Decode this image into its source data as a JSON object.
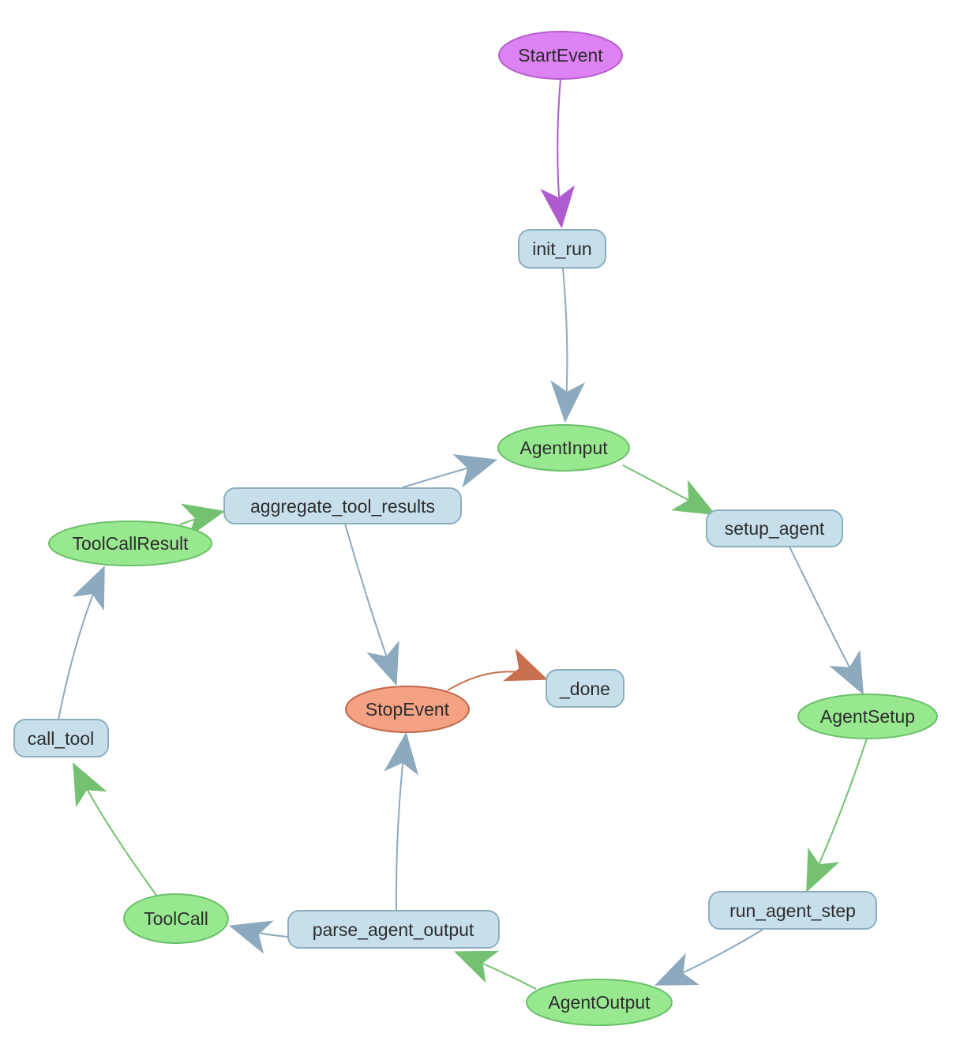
{
  "colors": {
    "bg": "#ffffff",
    "text": "#2d2d2d",
    "start-fill": "#dd82f2",
    "start-border": "#b55fce",
    "start-edge": "#af5bd0",
    "event-fill": "#98e890",
    "event-border": "#6cc06a",
    "event-edge": "#74c172",
    "step-fill": "#c6dfeb",
    "step-border": "#8cafbd",
    "step-edge": "#8ca9be",
    "stop-fill": "#f4a184",
    "stop-border": "#c0694a",
    "stop-edge": "#c96f4e"
  },
  "graph": {
    "type": "workflow-flow-diagram",
    "nodes": [
      {
        "id": "StartEvent",
        "label": "StartEvent",
        "kind": "start-event",
        "shape": "ellipse"
      },
      {
        "id": "init_run",
        "label": "init_run",
        "kind": "step",
        "shape": "rounded-rect"
      },
      {
        "id": "AgentInput",
        "label": "AgentInput",
        "kind": "event",
        "shape": "ellipse"
      },
      {
        "id": "setup_agent",
        "label": "setup_agent",
        "kind": "step",
        "shape": "rounded-rect"
      },
      {
        "id": "AgentSetup",
        "label": "AgentSetup",
        "kind": "event",
        "shape": "ellipse"
      },
      {
        "id": "run_agent_step",
        "label": "run_agent_step",
        "kind": "step",
        "shape": "rounded-rect"
      },
      {
        "id": "AgentOutput",
        "label": "AgentOutput",
        "kind": "event",
        "shape": "ellipse"
      },
      {
        "id": "parse_agent_output",
        "label": "parse_agent_output",
        "kind": "step",
        "shape": "rounded-rect"
      },
      {
        "id": "ToolCall",
        "label": "ToolCall",
        "kind": "event",
        "shape": "ellipse"
      },
      {
        "id": "call_tool",
        "label": "call_tool",
        "kind": "step",
        "shape": "rounded-rect"
      },
      {
        "id": "ToolCallResult",
        "label": "ToolCallResult",
        "kind": "event",
        "shape": "ellipse"
      },
      {
        "id": "aggregate_tool_results",
        "label": "aggregate_tool_results",
        "kind": "step",
        "shape": "rounded-rect"
      },
      {
        "id": "StopEvent",
        "label": "StopEvent",
        "kind": "stop-event",
        "shape": "ellipse"
      },
      {
        "id": "_done",
        "label": "_done",
        "kind": "step",
        "shape": "rounded-rect"
      }
    ],
    "edges": [
      {
        "from": "StartEvent",
        "to": "init_run",
        "color": "start"
      },
      {
        "from": "init_run",
        "to": "AgentInput",
        "color": "step"
      },
      {
        "from": "AgentInput",
        "to": "setup_agent",
        "color": "event"
      },
      {
        "from": "setup_agent",
        "to": "AgentSetup",
        "color": "step"
      },
      {
        "from": "AgentSetup",
        "to": "run_agent_step",
        "color": "event"
      },
      {
        "from": "run_agent_step",
        "to": "AgentOutput",
        "color": "step"
      },
      {
        "from": "AgentOutput",
        "to": "parse_agent_output",
        "color": "event"
      },
      {
        "from": "parse_agent_output",
        "to": "ToolCall",
        "color": "step"
      },
      {
        "from": "ToolCall",
        "to": "call_tool",
        "color": "event"
      },
      {
        "from": "call_tool",
        "to": "ToolCallResult",
        "color": "step"
      },
      {
        "from": "ToolCallResult",
        "to": "aggregate_tool_results",
        "color": "event"
      },
      {
        "from": "aggregate_tool_results",
        "to": "AgentInput",
        "color": "step"
      },
      {
        "from": "aggregate_tool_results",
        "to": "StopEvent",
        "color": "step"
      },
      {
        "from": "parse_agent_output",
        "to": "StopEvent",
        "color": "step"
      },
      {
        "from": "StopEvent",
        "to": "_done",
        "color": "stop"
      }
    ]
  }
}
